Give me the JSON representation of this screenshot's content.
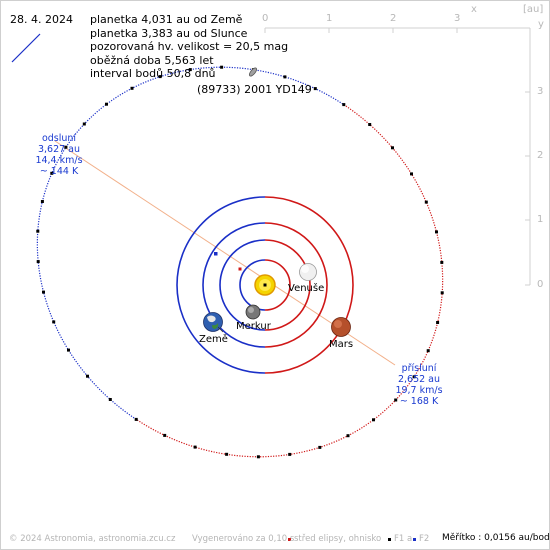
{
  "date": "28. 4. 2024",
  "info": {
    "line1": "planetka 4,031 au od Země",
    "line2": "planetka 3,383 au od Slunce",
    "line3": "pozorovaná hv. velikost = 20,5 mag",
    "line4": "oběžná doba 5,563 let",
    "line5": "interval bodů 50,8 dnů"
  },
  "asteroid": {
    "name": "(89733) 2001 YD149"
  },
  "aphelion": {
    "title": "odsluní",
    "distance": "3,627 au",
    "speed": "14,4 km/s",
    "temp": "~ 144 K"
  },
  "perihelion": {
    "title": "přísluní",
    "distance": "2,652 au",
    "speed": "19,7 km/s",
    "temp": "~ 168 K"
  },
  "planets": {
    "venus": "Venuše",
    "mercury": "Merkur",
    "earth": "Země",
    "mars": "Mars"
  },
  "axes": {
    "x_ticks": [
      "0",
      "1",
      "2",
      "3"
    ],
    "x_name": "x",
    "y_ticks": [
      "3",
      "2",
      "1",
      "0"
    ],
    "y_name": "y",
    "unit": "[au]"
  },
  "footer": {
    "copyright": "© 2024 Astronomia, astronomia.zcu.cz",
    "generated": "Vygenerováno za 0,10 s",
    "legend_center": "střed elipsy, ohnisko",
    "legend_f1": "F1 a",
    "legend_f2": "F2"
  },
  "scale": "Měřítko : 0,0156 au/bod",
  "colors": {
    "orbit_blue": "#1a2fc7",
    "orbit_red": "#d01818",
    "apsides_line": "#f2b08a",
    "sun": "#f5d400"
  }
}
